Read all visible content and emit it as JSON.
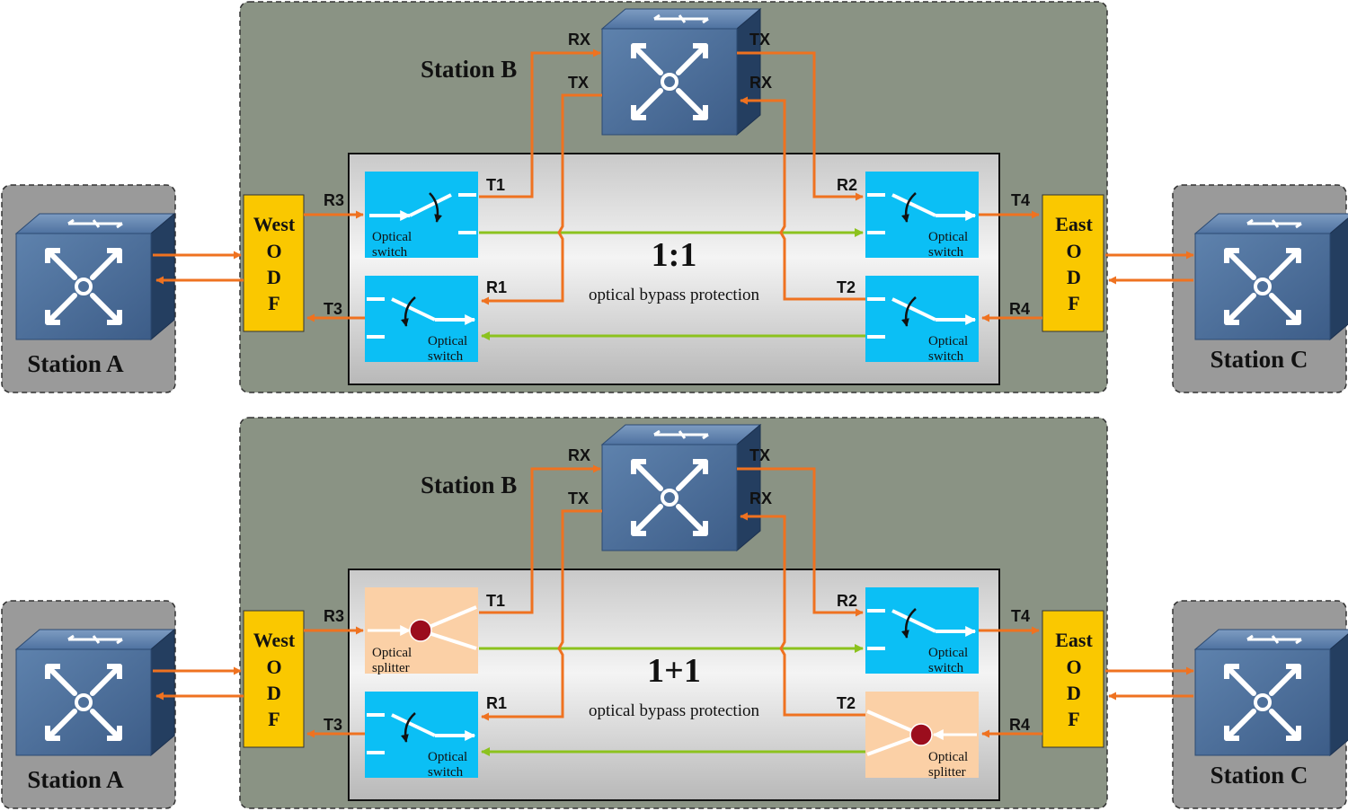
{
  "panels": [
    {
      "id": "p11",
      "left_station": "Station A",
      "right_station": "Station C",
      "middle_station": "Station B",
      "west_odf": [
        "West",
        "O",
        "D",
        "F"
      ],
      "east_odf": [
        "East",
        "O",
        "D",
        "F"
      ],
      "title": "1:1",
      "subtitle": "optical bypass protection",
      "ports": {
        "R3": "R3",
        "T1": "T1",
        "R1": "R1",
        "T3": "T3",
        "R2": "R2",
        "T4": "T4",
        "T2": "T2",
        "R4": "R4",
        "RX_top": "RX",
        "TX_top": "TX",
        "TX_mid": "TX",
        "RX_mid": "RX"
      },
      "modules": {
        "top_left": {
          "kind": "switch",
          "line1": "Optical",
          "line2": "switch"
        },
        "bottom_left": {
          "kind": "switch",
          "line1": "Optical",
          "line2": "switch"
        },
        "top_right": {
          "kind": "switch",
          "line1": "Optical",
          "line2": "switch"
        },
        "bottom_right": {
          "kind": "switch",
          "line1": "Optical",
          "line2": "switch"
        }
      }
    },
    {
      "id": "p22",
      "left_station": "Station A",
      "right_station": "Station C",
      "middle_station": "Station B",
      "west_odf": [
        "West",
        "O",
        "D",
        "F"
      ],
      "east_odf": [
        "East",
        "O",
        "D",
        "F"
      ],
      "title": "1+1",
      "subtitle": "optical bypass protection",
      "ports": {
        "R3": "R3",
        "T1": "T1",
        "R1": "R1",
        "T3": "T3",
        "R2": "R2",
        "T4": "T4",
        "T2": "T2",
        "R4": "R4",
        "RX_top": "RX",
        "TX_top": "TX",
        "TX_mid": "TX",
        "RX_mid": "RX"
      },
      "modules": {
        "top_left": {
          "kind": "splitter",
          "line1": "Optical",
          "line2": "splitter"
        },
        "bottom_left": {
          "kind": "switch",
          "line1": "Optical",
          "line2": "switch"
        },
        "top_right": {
          "kind": "switch",
          "line1": "Optical",
          "line2": "switch"
        },
        "bottom_right": {
          "kind": "splitter",
          "line1": "Optical",
          "line2": "splitter"
        }
      }
    }
  ],
  "colors": {
    "outer_panel": "#8a9384",
    "side_panel": "#9a9a9a",
    "switch_module": "#0bbff5",
    "splitter_module": "#fbd0a6",
    "odf": "#fac800",
    "orange_fiber": "#ef7220",
    "green_fiber": "#8cc21e",
    "device_face": "#40628e",
    "device_dark": "#243e60"
  },
  "icons": {
    "device": "optical-transport-device-icon",
    "splitter": "splitter-dot-icon"
  }
}
